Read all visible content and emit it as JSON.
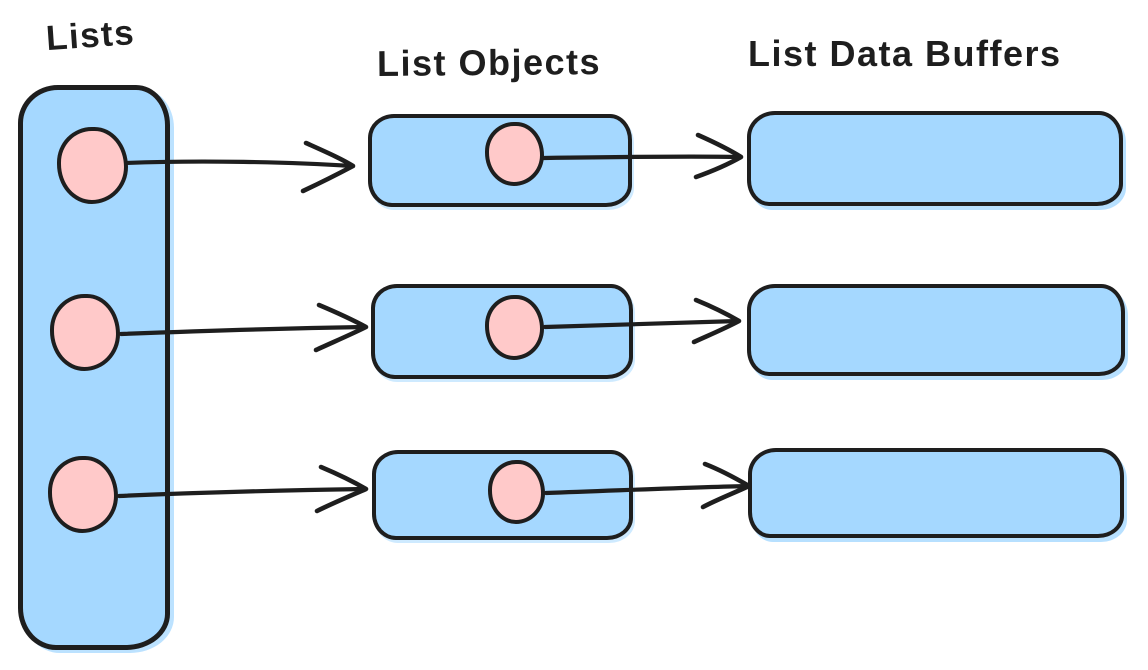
{
  "palette": {
    "canvas_bg": "#ffffff",
    "container_fill": "#a5d8ff",
    "pointer_fill": "#ffc9c9",
    "stroke": "#1e1e1e"
  },
  "labels": {
    "lists": "Lists",
    "list_objects": "List Objects",
    "list_data_buffers": "List Data Buffers"
  },
  "structure": {
    "lists_column": {
      "label": "Lists",
      "pointer_count": 3
    },
    "list_objects_column": {
      "label": "List Objects",
      "object_count": 3,
      "each_has_pointer": true
    },
    "buffers_column": {
      "label": "List Data Buffers",
      "buffer_count": 3
    },
    "arrows": [
      {
        "from": "lists.pointer-1",
        "to": "list-object-1"
      },
      {
        "from": "lists.pointer-2",
        "to": "list-object-2"
      },
      {
        "from": "lists.pointer-3",
        "to": "list-object-3"
      },
      {
        "from": "list-object-1.pointer",
        "to": "list-data-buffer-1"
      },
      {
        "from": "list-object-2.pointer",
        "to": "list-data-buffer-2"
      },
      {
        "from": "list-object-3.pointer",
        "to": "list-data-buffer-3"
      }
    ]
  }
}
